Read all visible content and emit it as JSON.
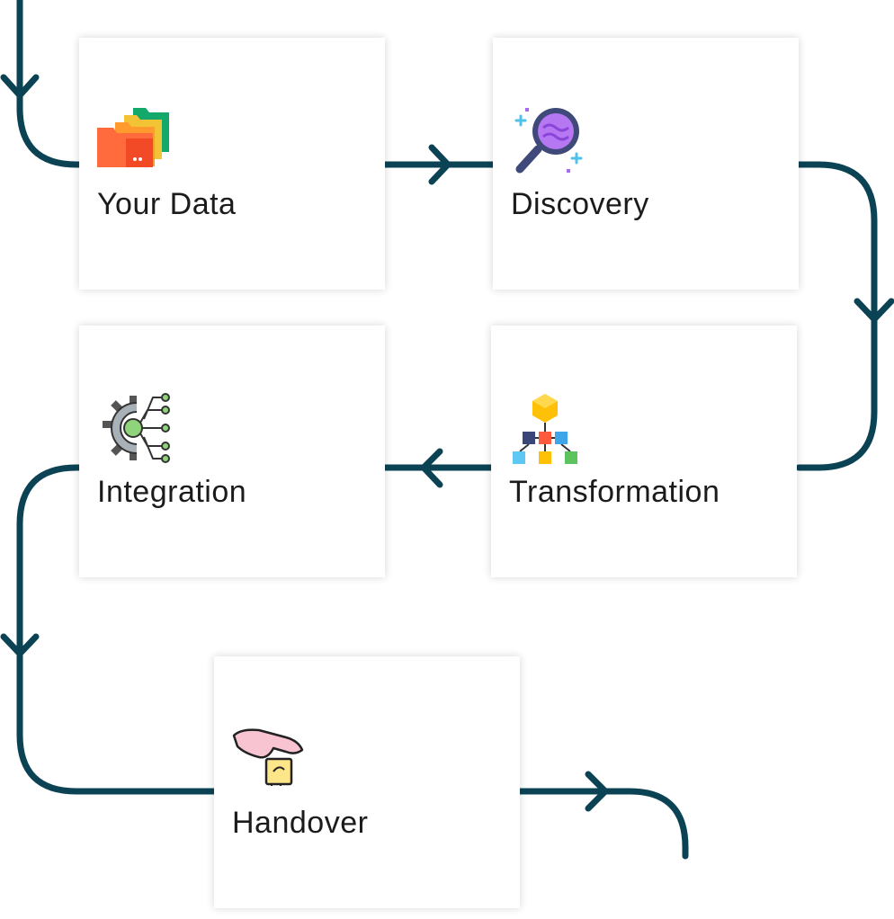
{
  "flow": {
    "line_color": "#0b4355",
    "steps": [
      {
        "label": "Your Data",
        "icon": "folders-icon"
      },
      {
        "label": "Discovery",
        "icon": "magnifier-icon"
      },
      {
        "label": "Transformation",
        "icon": "hierarchy-icon"
      },
      {
        "label": "Integration",
        "icon": "gear-circuit-icon"
      },
      {
        "label": "Handover",
        "icon": "hand-handover-icon"
      }
    ]
  }
}
